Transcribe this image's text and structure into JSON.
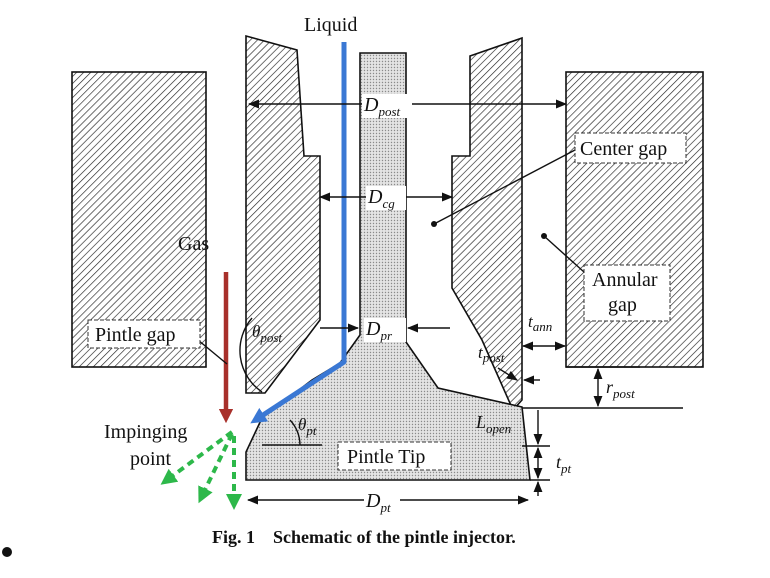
{
  "labels": {
    "liquid": "Liquid",
    "gas": "Gas",
    "center_gap": "Center gap",
    "annular_gap_1": "Annular",
    "annular_gap_2": "gap",
    "pintle_gap": "Pintle gap",
    "pintle_tip": "Pintle Tip",
    "impinging_1": "Impinging",
    "impinging_2": "point"
  },
  "dimensions": {
    "d_post": {
      "main": "D",
      "sub": "post"
    },
    "d_cg": {
      "main": "D",
      "sub": "cg"
    },
    "d_pr": {
      "main": "D",
      "sub": "pr"
    },
    "d_pt": {
      "main": "D",
      "sub": "pt"
    },
    "theta_post": {
      "main": "θ",
      "sub": "post"
    },
    "theta_pt": {
      "main": "θ",
      "sub": "pt"
    },
    "t_ann": {
      "main": "t",
      "sub": "ann"
    },
    "t_post": {
      "main": "t",
      "sub": "post"
    },
    "r_post": {
      "main": "r",
      "sub": "post"
    },
    "l_open": {
      "main": "L",
      "sub": "open"
    },
    "t_pt": {
      "main": "t",
      "sub": "pt"
    }
  },
  "caption": "Fig. 1    Schematic of the pintle injector.",
  "colors": {
    "liquid_flow": "#3a78d4",
    "gas_flow": "#a8302b",
    "spray": "#2db84a"
  }
}
